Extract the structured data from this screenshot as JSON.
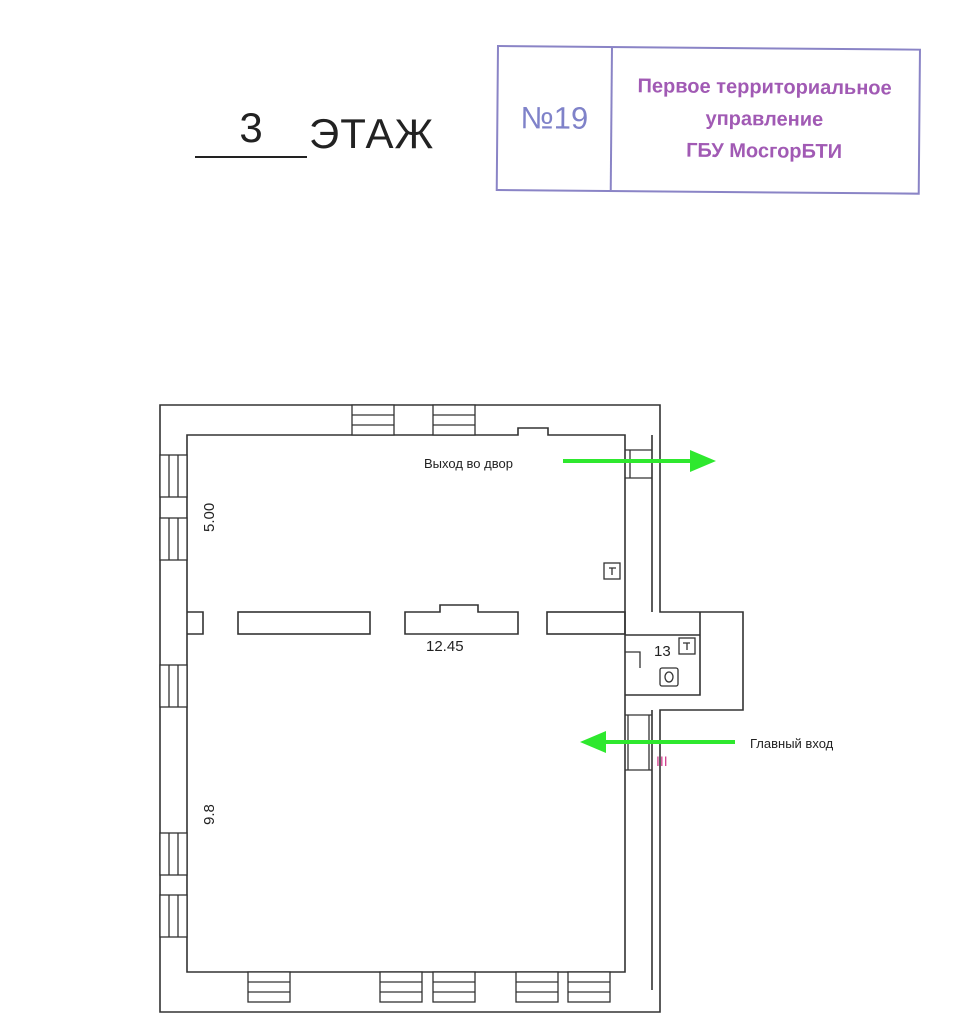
{
  "header": {
    "floor_number": "3",
    "floor_word": "ЭТАЖ"
  },
  "stamp": {
    "number": "№19",
    "line1": "Первое территориальное",
    "line2": "управление",
    "line3": "ГБУ МосгорБТИ"
  },
  "plan": {
    "exit_label": "Выход во двор",
    "main_entrance_label": "Главный вход",
    "dim_top_left": "5.00",
    "dim_middle": "12.45",
    "dim_bottom_left": "9.8",
    "room_number": "13",
    "entrance_mark": "III",
    "colors": {
      "arrow": "#2ee82e",
      "stamp_border": "#8a84c6",
      "stamp_text": "#a15ab4",
      "entrance_mark": "#d23c8c",
      "walls": "#333333"
    }
  }
}
